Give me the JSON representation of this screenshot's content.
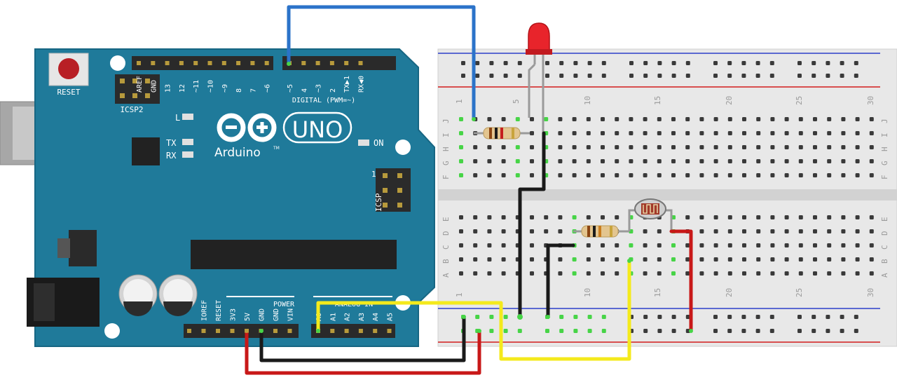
{
  "arduino": {
    "reset_label": "RESET",
    "icsp2_label": "ICSP2",
    "icsp_label": "ICSP",
    "icsp_pin1_label": "1",
    "digital_label": "DIGITAL (PWM=~)",
    "led_l_label": "L",
    "tx_label": "TX",
    "rx_label": "RX",
    "on_label": "ON",
    "brand": "Arduino",
    "tm": "TM",
    "model": "UNO",
    "power_label": "POWER",
    "analog_label": "ANALOG IN",
    "digital_pins": [
      "AREF",
      "GND",
      "13",
      "12",
      "~11",
      "~10",
      "~9",
      "8",
      "7",
      "~6",
      "~5",
      "4",
      "~3",
      "2",
      "TX▶1",
      "RX◀0"
    ],
    "power_pins": [
      "IOREF",
      "RESET",
      "3V3",
      "5V",
      "GND",
      "GND",
      "VIN"
    ],
    "analog_pins": [
      "A0",
      "A1",
      "A2",
      "A3",
      "A4",
      "A5"
    ]
  },
  "breadboard": {
    "column_numbers": [
      "1",
      "5",
      "10",
      "15",
      "20",
      "25",
      "30"
    ],
    "row_letters_top": [
      "J",
      "I",
      "H",
      "G",
      "F"
    ],
    "row_letters_bottom": [
      "E",
      "D",
      "C",
      "B",
      "A"
    ]
  },
  "colors": {
    "board": "#1f7a9a",
    "board_edge": "#176683",
    "breadboard": "#e6e6e6",
    "rail_blue": "#2c3fc9",
    "rail_red": "#d21c1c",
    "wire_blue": "#2b73c9",
    "wire_black": "#1a1a1a",
    "wire_red": "#c81818",
    "wire_yellow": "#f4ea1c",
    "led": "#e8242b",
    "hole": "#3a3a3a",
    "hole_active": "#47d447"
  }
}
